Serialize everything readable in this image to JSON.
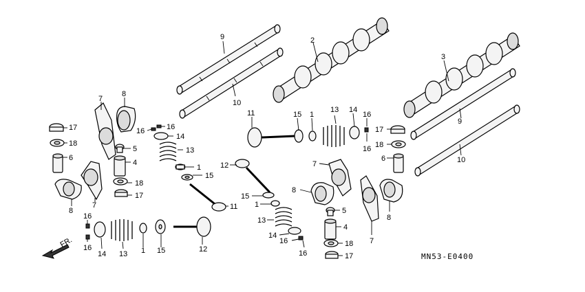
{
  "diagram": {
    "code": "MN53-E0400",
    "front_label": "FR.",
    "callouts": {
      "c9a": "9",
      "c10a": "10",
      "c2": "2",
      "c3": "3",
      "c9b": "9",
      "c10b": "10",
      "c7a": "7",
      "c8a": "8",
      "c17a": "17",
      "c18a": "18",
      "c6a": "6",
      "c8b": "8",
      "c7b": "7",
      "c16a": "16",
      "c16b": "16",
      "c14a": "14",
      "c5a": "5",
      "c13a": "13",
      "c4a": "4",
      "c1a": "1",
      "c15a": "15",
      "c18b": "18",
      "c17b": "17",
      "c11a": "11",
      "c12a": "12",
      "c16c": "16",
      "c16d": "16",
      "c14b": "14",
      "c13b": "13",
      "c1b": "1",
      "c15b": "15",
      "c11b": "11",
      "c15c": "15",
      "c1c": "1",
      "c13c": "13",
      "c14c": "14",
      "c16e": "16",
      "c16f": "16",
      "c13d": "13",
      "c14d": "14",
      "c1d": "1",
      "c16g": "16",
      "c16h": "16",
      "c15d": "15",
      "c12b": "12",
      "c17c": "17",
      "c18c": "18",
      "c6b": "6",
      "c7c": "7",
      "c8c": "8",
      "c5b": "5",
      "c4b": "4",
      "c7d": "7",
      "c8d": "8",
      "c18d": "18",
      "c17d": "17"
    }
  }
}
